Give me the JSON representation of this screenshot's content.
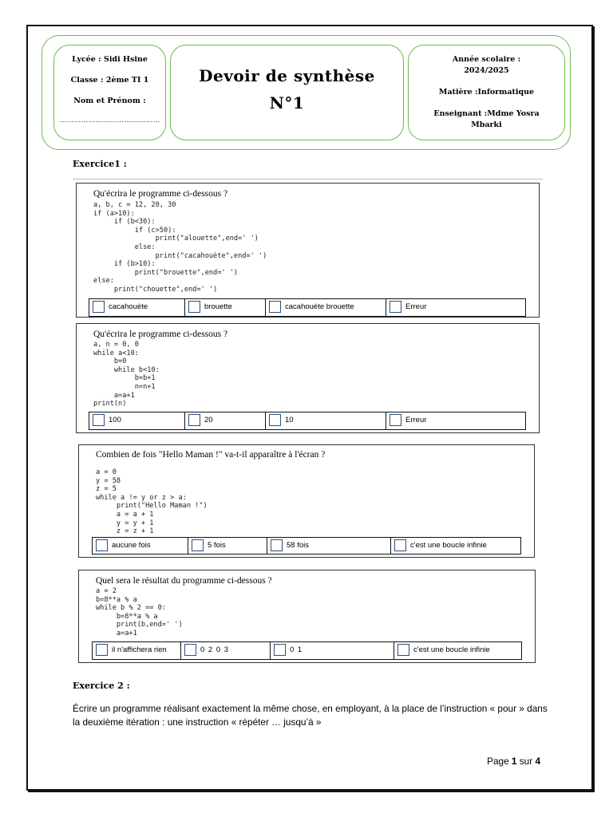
{
  "header": {
    "left": {
      "lycee": "Lycée : Sidi Hsine",
      "classe": "Classe : 2ème TI 1",
      "nom": "Nom et Prénom :",
      "dots": "……………………………………"
    },
    "title_line1": "Devoir de synthèse",
    "title_line2": "N°1",
    "right": {
      "annee_line1": "Année scolaire :",
      "annee_line2": "2024/2025",
      "matiere": "Matière  :Informatique",
      "enseignant_line1": "Enseignant :Mdme Yosra",
      "enseignant_line2": "Mbarki"
    }
  },
  "exercice1": {
    "heading": "Exercice1 :",
    "questions": [
      {
        "title": "Qu'écrira le programme ci-dessous ?",
        "code": "a, b, c = 12, 20, 30\nif (a>10):\n     if (b<30):\n          if (c>50):\n               print(\"alouette\",end=' ')\n          else:\n               print(\"cacahouète\",end=' ')\n     if (b>10):\n          print(\"brouette\",end=' ')\nelse:\n     print(\"chouette\",end=' ')",
        "options": [
          "cacahouète",
          "brouette",
          "cacahouète brouette",
          "Erreur"
        ]
      },
      {
        "title": "Qu'écrira le programme ci-dessous ?",
        "code": "a, n = 0, 0\nwhile a<10:\n     b=0\n     while b<10:\n          b=b+1\n          n=n+1\n     a=a+1\nprint(n)",
        "options": [
          "100",
          "20",
          "10",
          "Erreur"
        ]
      },
      {
        "title": "Combien de fois \"Hello Maman !\" va-t-il apparaître à l'écran ?",
        "code": "a = 0\ny = 58\nz = 5\nwhile a != y or z > a:\n     print(\"Hello Maman !\")\n     a = a + 1\n     y = y + 1\n     z = z + 1",
        "options": [
          "aucune fois",
          "5 fois",
          "58 fois",
          "c'est une boucle infinie"
        ]
      },
      {
        "title": "Quel sera le résultat du programme ci-dessous ?",
        "code": "a = 2\nb=8**a % a\nwhile b % 2 == 0:\n     b=8**a % a\n     print(b,end=' ')\n     a=a+1",
        "options": [
          "il n'affichera rien",
          "0 2 0 3",
          "0 1",
          "c'est une boucle infinie"
        ]
      }
    ]
  },
  "exercice2": {
    "heading": "Exercice 2 :",
    "text": "Écrire un programme réalisant exactement la même chose, en employant, à la place de l’instruction « pour » dans la deuxième itération : une instruction « répéter … jusqu’à »"
  },
  "footer": {
    "page_word": "Page",
    "page_num": "1",
    "of_word": "sur",
    "total": "4"
  }
}
